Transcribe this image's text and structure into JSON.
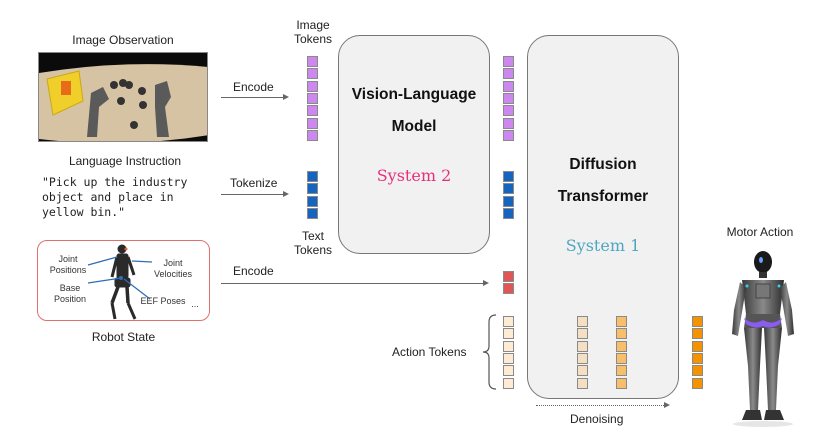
{
  "inputs": {
    "image_observation": {
      "title": "Image Observation"
    },
    "language_instruction": {
      "title": "Language Instruction",
      "lines": [
        "\"Pick up the industry",
        "object and place in",
        "yellow bin.\""
      ]
    },
    "robot_state": {
      "title": "Robot State",
      "labels": {
        "joint_positions": "Joint\nPositions",
        "joint_velocities": "Joint\nVelocities",
        "base_position": "Base\nPosition",
        "eef_poses": "EEF Poses",
        "ellipsis": "..."
      }
    }
  },
  "arrows": {
    "encode_image": "Encode",
    "tokenize_text": "Tokenize",
    "encode_state": "Encode",
    "denoising": "Denoising"
  },
  "tokens": {
    "image_tokens_label": "Image\nTokens",
    "text_tokens_label": "Text\nTokens",
    "action_tokens_label": "Action Tokens",
    "image_token_count": 7,
    "text_token_count": 4,
    "state_token_count": 2,
    "action_token_count": 6,
    "colors": {
      "image": "#cc88ee",
      "text": "#1565c0",
      "state": "#e05555",
      "action_noisy": "#fdebd3",
      "action_mid1": "#f5dfc2",
      "action_mid2": "#f7bf6a",
      "action_final": "#f59200"
    }
  },
  "models": {
    "system2": {
      "title_line1": "Vision-Language",
      "title_line2": "Model",
      "system_label": "System 2",
      "system_color": "#e8307a"
    },
    "system1": {
      "title_line1": "Diffusion",
      "title_line2": "Transformer",
      "system_label": "System 1",
      "system_color": "#4fa6c2"
    }
  },
  "output": {
    "title": "Motor Action"
  }
}
